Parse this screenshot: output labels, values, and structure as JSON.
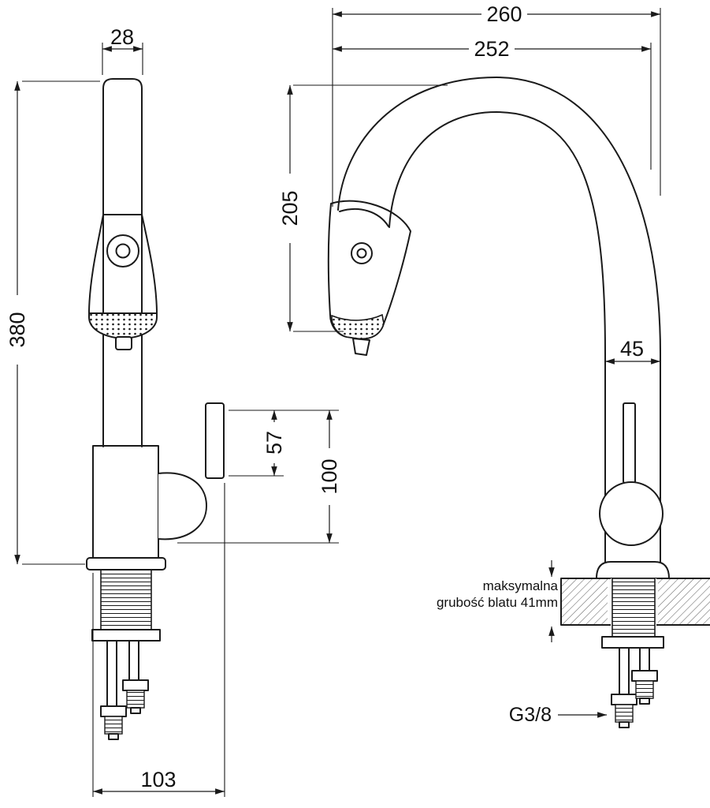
{
  "drawing": {
    "title": "kitchen-faucet-technical-drawing",
    "colors": {
      "line": "#1a1a1a",
      "background": "#ffffff",
      "hatch": "#666666"
    },
    "labels": {
      "dim_28": "28",
      "dim_380": "380",
      "dim_57": "57",
      "dim_100": "100",
      "dim_103": "103",
      "dim_260": "260",
      "dim_252": "252",
      "dim_205": "205",
      "dim_45": "45",
      "counter_note_line1": "maksymalna",
      "counter_note_line2": "grubość blatu 41mm",
      "thread_label": "G3/8"
    }
  }
}
